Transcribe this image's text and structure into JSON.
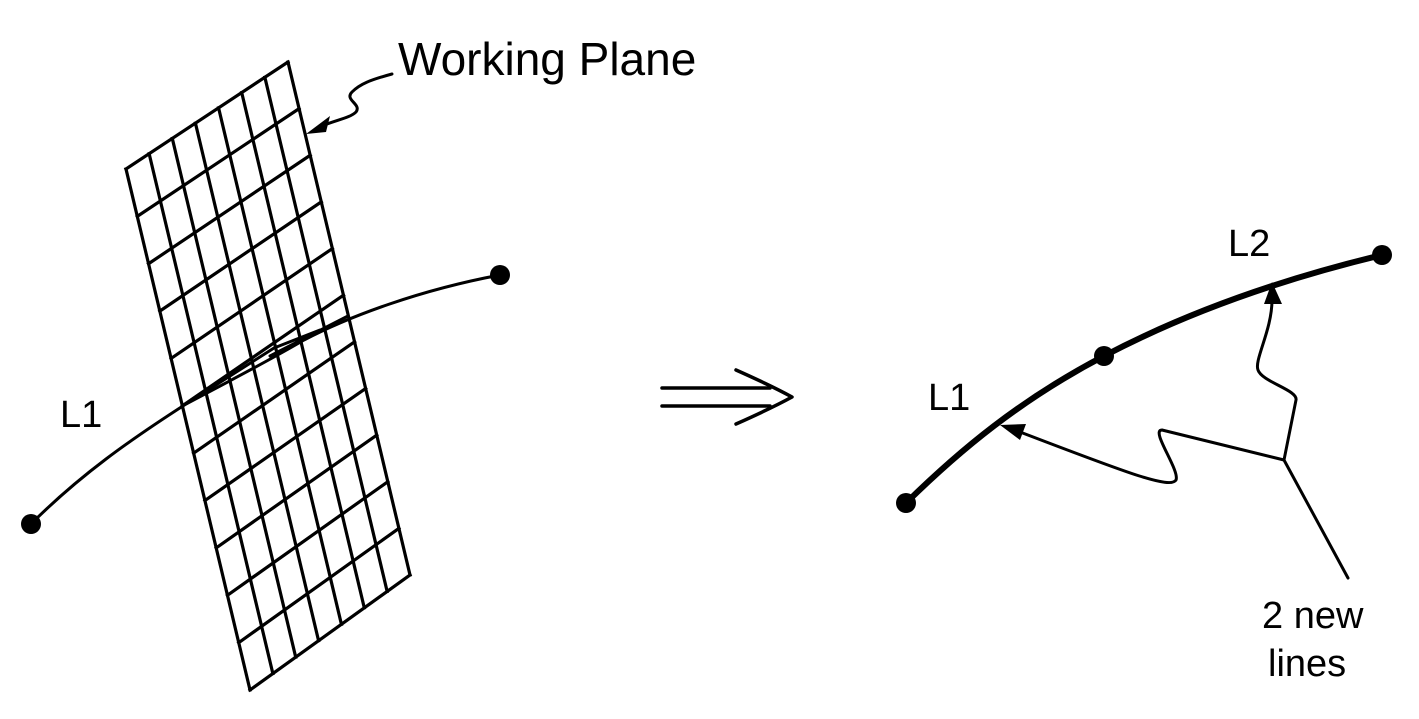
{
  "labels": {
    "working_plane": "Working Plane",
    "left_line": "L1",
    "right_line_1": "L1",
    "right_line_2": "L2",
    "new_lines_line1": "2 new",
    "new_lines_line2": "lines"
  },
  "arrow_symbol": "⟹",
  "grid": {
    "columns": 7,
    "rows": 11
  },
  "colors": {
    "ink": "#000000",
    "background": "#ffffff"
  }
}
